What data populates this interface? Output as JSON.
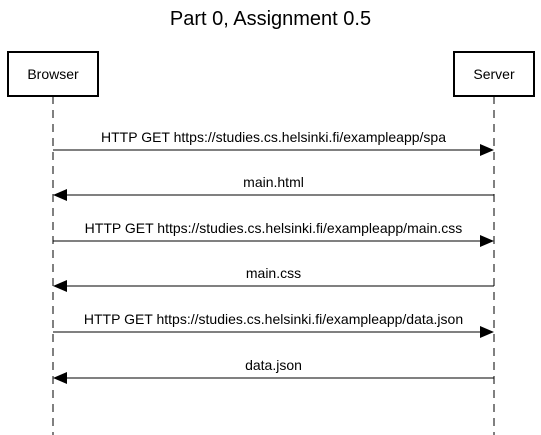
{
  "title": "Part 0, Assignment 0.5",
  "participants": [
    {
      "id": "browser",
      "label": "Browser"
    },
    {
      "id": "server",
      "label": "Server"
    }
  ],
  "messages": [
    {
      "from": "browser",
      "to": "server",
      "label": "HTTP GET https://studies.cs.helsinki.fi/exampleapp/spa"
    },
    {
      "from": "server",
      "to": "browser",
      "label": "main.html"
    },
    {
      "from": "browser",
      "to": "server",
      "label": "HTTP GET https://studies.cs.helsinki.fi/exampleapp/main.css"
    },
    {
      "from": "server",
      "to": "browser",
      "label": "main.css"
    },
    {
      "from": "browser",
      "to": "server",
      "label": "HTTP GET https://studies.cs.helsinki.fi/exampleapp/data.json"
    },
    {
      "from": "server",
      "to": "browser",
      "label": "data.json"
    }
  ]
}
